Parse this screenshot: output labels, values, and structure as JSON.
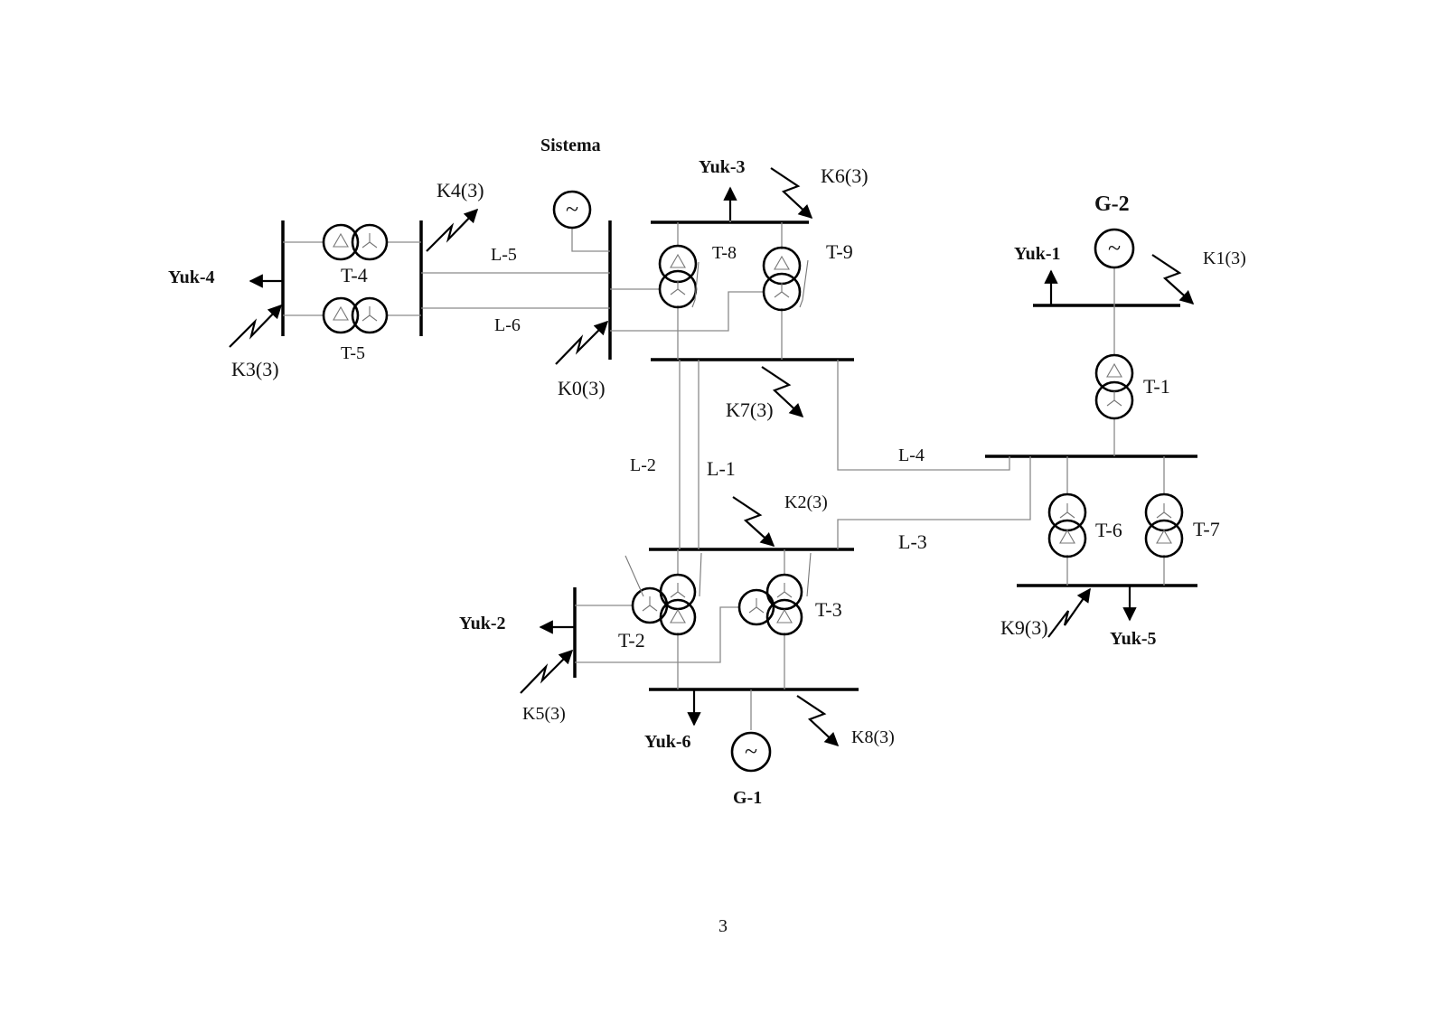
{
  "page": {
    "number": "3"
  },
  "labels": {
    "sistema": "Sistema",
    "g1": "G-1",
    "g2": "G-2",
    "generator_symbol": "~"
  },
  "transformers": {
    "t1": "T-1",
    "t2": "T-2",
    "t3": "T-3",
    "t4": "T-4",
    "t5": "T-5",
    "t6": "T-6",
    "t7": "T-7",
    "t8": "T-8",
    "t9": "T-9"
  },
  "lines": {
    "l1": "L-1",
    "l2": "L-2",
    "l3": "L-3",
    "l4": "L-4",
    "l5": "L-5",
    "l6": "L-6"
  },
  "loads": {
    "yuk1": "Yuk-1",
    "yuk2": "Yuk-2",
    "yuk3": "Yuk-3",
    "yuk4": "Yuk-4",
    "yuk5": "Yuk-5",
    "yuk6": "Yuk-6"
  },
  "faults": {
    "k0": "K0(3)",
    "k1": "K1(3)",
    "k2": "K2(3)",
    "k3": "K3(3)",
    "k4": "K4(3)",
    "k5": "K5(3)",
    "k6": "K6(3)",
    "k7": "K7(3)",
    "k8": "K8(3)",
    "k9": "K9(3)"
  }
}
